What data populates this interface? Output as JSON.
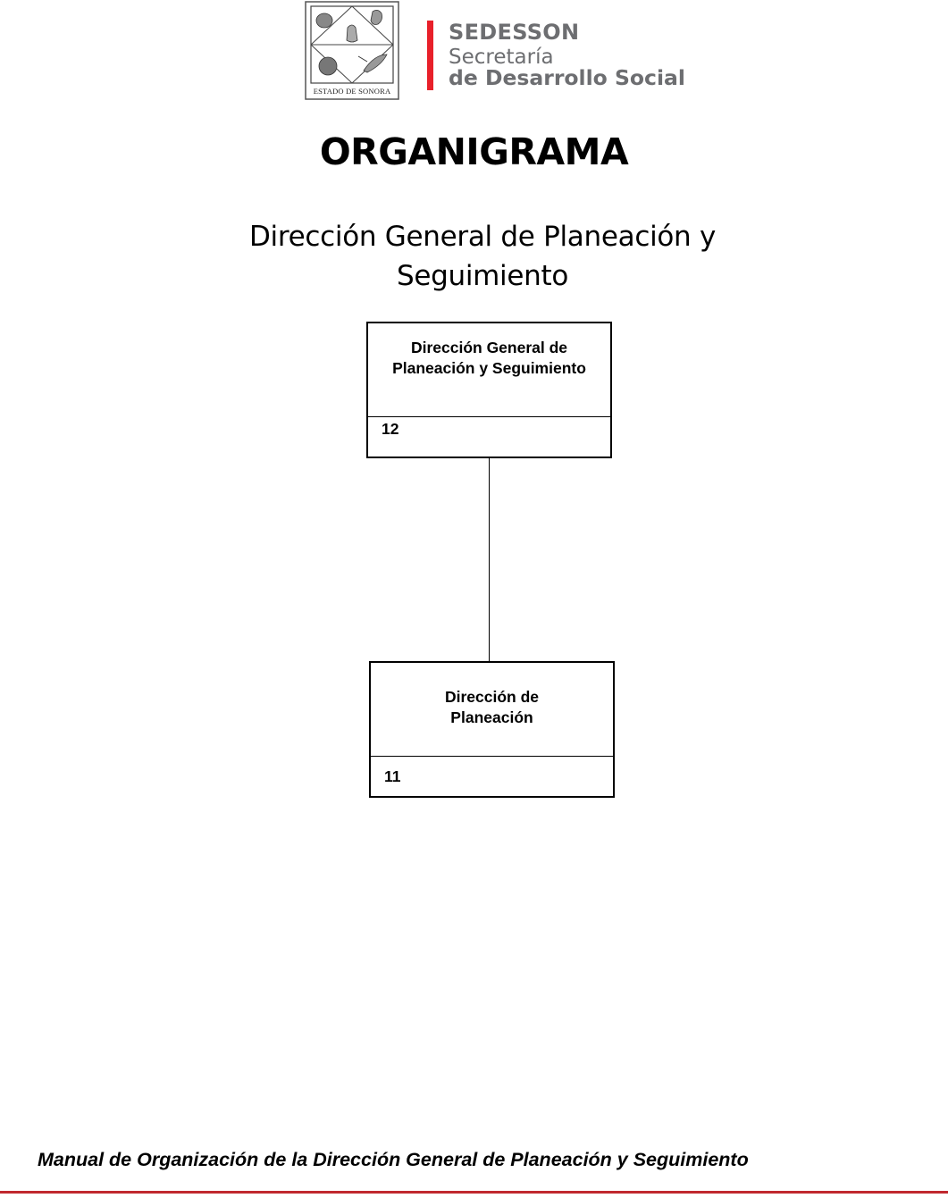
{
  "header": {
    "seal_text": "ESTADO DE SONORA",
    "brand": {
      "acronym": "SEDESSON",
      "line1": "Secretaría",
      "line2": "de Desarrollo Social",
      "bar_color": "#e8202a",
      "text_color": "#6d6e71"
    }
  },
  "title": "ORGANIGRAMA",
  "subtitle": "Dirección General de Planeación y Seguimiento",
  "org_chart": {
    "nodes": [
      {
        "id": "dgps",
        "name": "Dirección General de Planeación y Seguimiento",
        "count": "12"
      },
      {
        "id": "dp",
        "name": "Dirección de Planeación",
        "count": "11",
        "parent": "dgps"
      }
    ]
  },
  "footer": {
    "text": "Manual de Organización de la Dirección General de Planeación y Seguimiento",
    "rule_color": "#c0282e"
  }
}
